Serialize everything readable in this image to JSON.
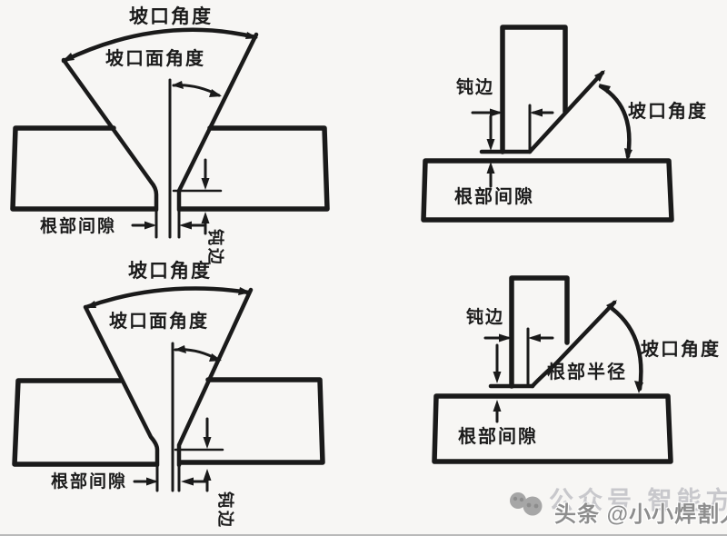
{
  "diagrams": {
    "top_left": {
      "name": "butt-joint-v-groove",
      "labels": {
        "groove_angle": "坡口角度",
        "groove_face_angle": "坡口面角度",
        "root_gap": "根部间隙",
        "root_face": "钝边"
      }
    },
    "top_right": {
      "name": "tee-joint-single-bevel-groove",
      "labels": {
        "root_face": "钝边",
        "groove_angle": "坡口角度",
        "root_gap": "根部间隙"
      }
    },
    "bottom_left": {
      "name": "butt-joint-v-groove",
      "labels": {
        "groove_angle": "坡口角度",
        "groove_face_angle": "坡口面角度",
        "root_gap": "根部间隙",
        "root_face": "钝边"
      }
    },
    "bottom_right": {
      "name": "tee-joint-j-groove",
      "labels": {
        "root_face": "钝边",
        "groove_angle": "坡口角度",
        "root_radius": "根部半径",
        "root_gap": "根部间隙"
      }
    }
  },
  "watermark": {
    "faint_text": "公众号 智能方",
    "toutiao_text": "头条 @小小焊割人",
    "colors": {
      "faint": "#c8c8cc",
      "toutiao": "#8d8d8d",
      "logo": "#a6a6a6"
    }
  },
  "style": {
    "line_color": "#1a1a1a",
    "background": "#f7f6f4"
  }
}
